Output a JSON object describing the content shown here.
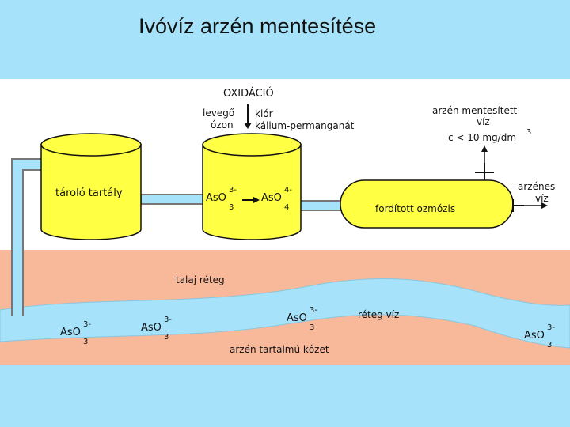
{
  "title": "Ivóvíz arzén mentesítése",
  "labels": {
    "oxidation": "OXIDÁCIÓ",
    "air": "levegő",
    "ozone": "ózon",
    "chlorine": "klór",
    "permanganate": "kálium-permanganát",
    "storage_tank": "tároló tartály",
    "reverse_osmosis": "fordított ozmózis",
    "purified_water_line1": "arzén mentesített",
    "purified_water_line2": "víz",
    "concentration": "c < 10 mg/dm",
    "concentration_exp": "3",
    "arsenic_water_line1": "arzénes",
    "arsenic_water_line2": "víz",
    "soil_layer": "talaj réteg",
    "groundwater": "réteg víz",
    "arsenic_rock": "arzén tartalmú kőzet"
  },
  "formulas": {
    "arsenite": {
      "base": "AsO",
      "sub": "3",
      "charge": "3-"
    },
    "arsenate": {
      "base": "AsO",
      "sub": "4",
      "charge": "4-"
    }
  },
  "colors": {
    "background": "#a6e3fb",
    "panel": "#ffffff",
    "soil": "#f8b89a",
    "water": "#a6e3fb",
    "tank": "#ffff44",
    "outline": "#111111"
  }
}
